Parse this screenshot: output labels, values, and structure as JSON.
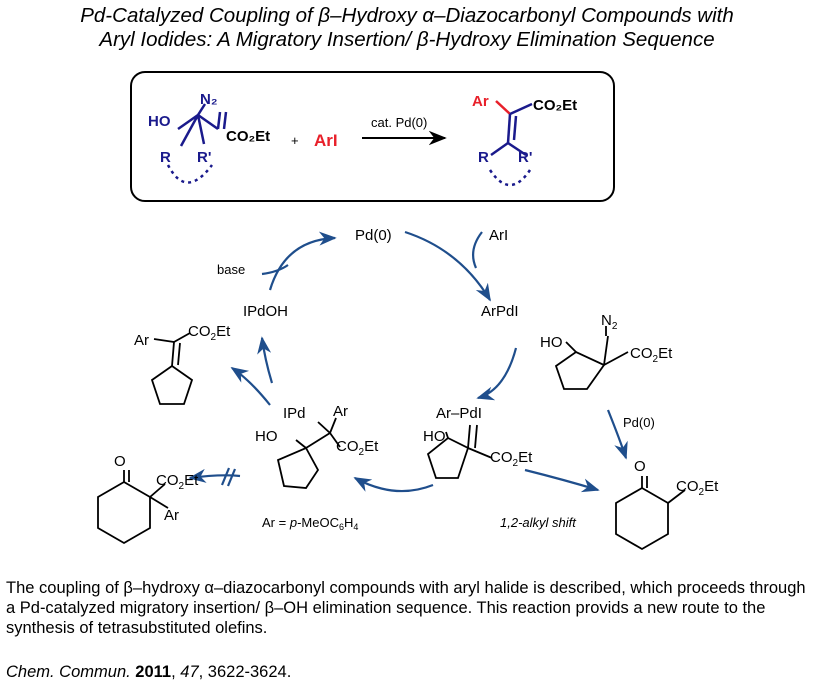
{
  "title": {
    "line1": "Pd-Catalyzed Coupling of β–Hydroxy α–Diazocarbonyl Compounds with",
    "line2": "Aryl Iodides: A Migratory Insertion/ β-Hydroxy Elimination Sequence"
  },
  "summary_box": {
    "ho": "HO",
    "n2": "N₂",
    "co2et": "CO₂Et",
    "r": "R",
    "r_prime": "R'",
    "plus": "+",
    "ari": "ArI",
    "conditions": "cat. Pd(0)",
    "ar": "Ar"
  },
  "cycle": {
    "pd0": "Pd(0)",
    "ari": "ArI",
    "arpdi": "ArPdI",
    "ipdoh": "IPdOH",
    "base": "base",
    "pd0_side": "Pd(0)",
    "ar_equals": "Ar = ",
    "ar_p": "p",
    "ar_rest": "-MeOC",
    "ar_6": "6",
    "ar_h": "H",
    "ar_4": "4",
    "alkyl_shift": "1,2-alkyl shift",
    "labels": {
      "ho": "HO",
      "o": "O",
      "n": "N",
      "two": "2",
      "co": "CO",
      "et": "Et",
      "ar": "Ar",
      "ipd": "IPd",
      "ar_pdi": "Ar–PdI"
    }
  },
  "colors": {
    "navy": "#1a1a8c",
    "red": "#e8202a",
    "arrow_blue": "#1f4e8c"
  },
  "abstract": "The coupling of β–hydroxy α–diazocarbonyl compounds with aryl halide is described, which proceeds through a Pd-catalyzed migratory insertion/ β–OH elimination sequence. This reaction provids a new route to the synthesis of tetrasubstituted olefins.",
  "citation": {
    "journal": "Chem. Commun.",
    "year": "2011",
    "volume": "47",
    "pages": ", 3622-3624."
  }
}
